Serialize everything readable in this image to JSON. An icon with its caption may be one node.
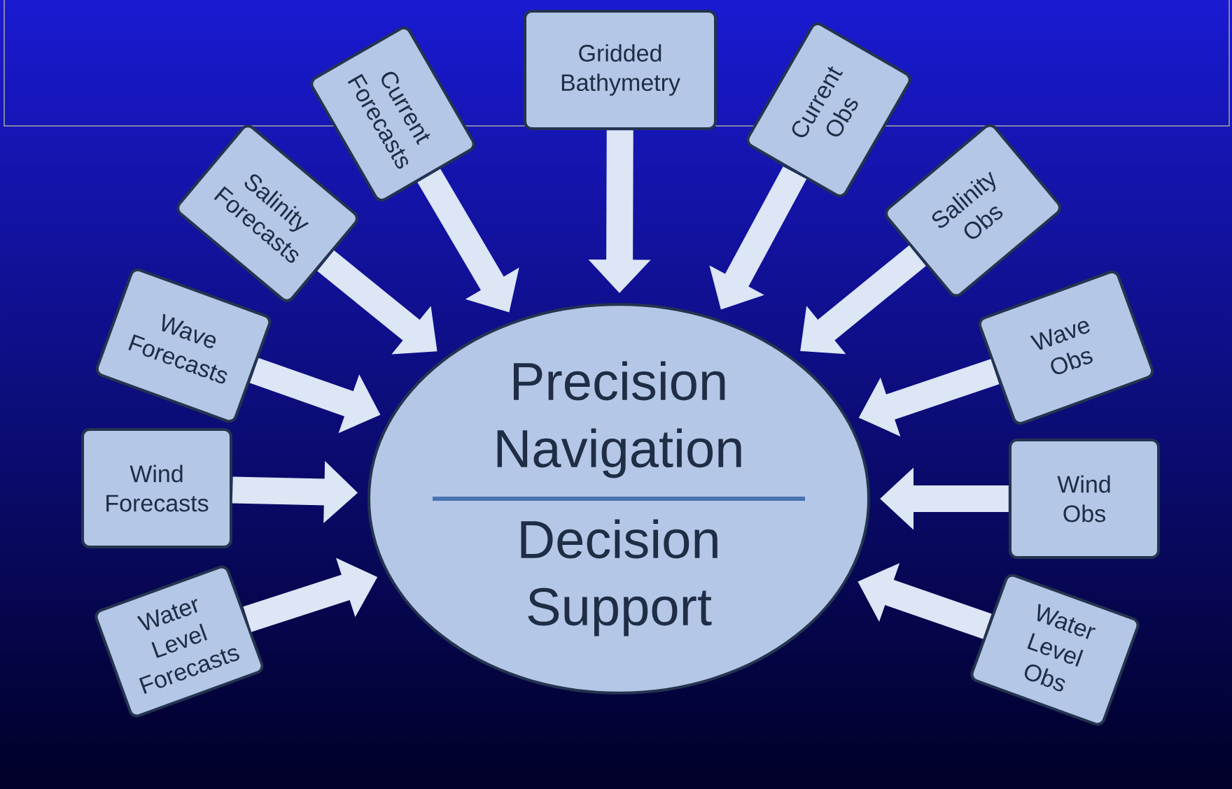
{
  "diagram": {
    "nodes": [
      {
        "text": [
          "Precision Navigation",
          "Decision Support"
        ]
      },
      {
        "text": [
          "Water Level Forecasts"
        ]
      },
      {
        "text": [
          "Wind Forecasts"
        ]
      },
      {
        "text": [
          "Wave Forecasts"
        ]
      },
      {
        "text": [
          "Salinity Forecasts"
        ]
      },
      {
        "text": [
          "Current Forecasts"
        ]
      },
      {
        "text": [
          "Gridded Bathymetry"
        ]
      },
      {
        "text": [
          "Current Obs"
        ]
      },
      {
        "text": [
          "Salinity Obs"
        ]
      },
      {
        "text": [
          "Wave Obs"
        ]
      },
      {
        "text": [
          "Wind Obs"
        ]
      },
      {
        "text": [
          "Water Level Obs"
        ]
      }
    ],
    "edges": [
      {
        "from": 1,
        "to": 0,
        "arrow": "to"
      },
      {
        "from": 2,
        "to": 0,
        "arrow": "to"
      },
      {
        "from": 3,
        "to": 0,
        "arrow": "to"
      },
      {
        "from": 4,
        "to": 0,
        "arrow": "to"
      },
      {
        "from": 5,
        "to": 0,
        "arrow": "to"
      },
      {
        "from": 6,
        "to": 0,
        "arrow": "to"
      },
      {
        "from": 7,
        "to": 0,
        "arrow": "to"
      },
      {
        "from": 8,
        "to": 0,
        "arrow": "to"
      },
      {
        "from": 9,
        "to": 0,
        "arrow": "to"
      },
      {
        "from": 10,
        "to": 0,
        "arrow": "to"
      },
      {
        "from": 11,
        "to": 0,
        "arrow": "to"
      }
    ]
  }
}
